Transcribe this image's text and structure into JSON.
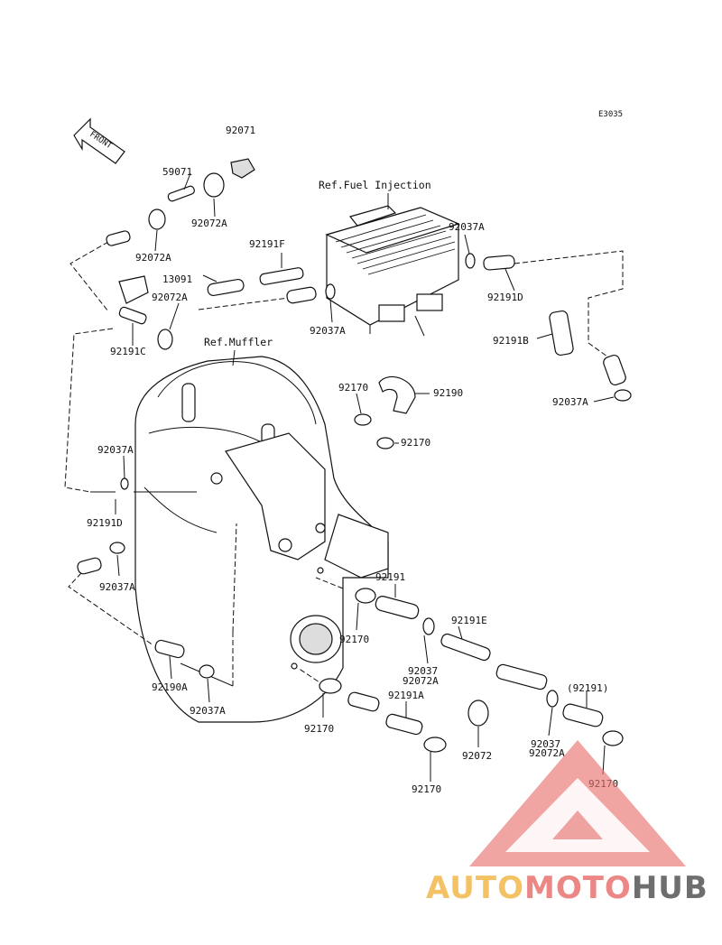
{
  "diagram": {
    "code": "E3035",
    "front_label": "FRONT",
    "refs": {
      "fuel_injection": "Ref.Fuel Injection",
      "muffler": "Ref.Muffler"
    },
    "labels": {
      "p92071": "92071",
      "p59071": "59071",
      "p92072A_a": "92072A",
      "p92072A_b": "92072A",
      "p92072A_c": "92072A",
      "p92191F": "92191F",
      "p13091": "13091",
      "p92037A_a": "92037A",
      "p92037A_b": "92037A",
      "p92191D_a": "92191D",
      "p92191B": "92191B",
      "p92037A_c": "92037A",
      "p92191C": "92191C",
      "p92170_a": "92170",
      "p92190": "92190",
      "p92170_b": "92170",
      "p92037A_d": "92037A",
      "p92191D_b": "92191D",
      "p92037A_e": "92037A",
      "p92191": "92191",
      "p92170_c": "92170",
      "p92191E": "92191E",
      "p92037": "92037",
      "p92072A_d": "92072A",
      "p92190A": "92190A",
      "p92037A_f": "92037A",
      "p92170_d": "92170",
      "p92191A": "92191A",
      "p92072": "92072",
      "p92037_b": "92037",
      "p92072A_e": "92072A",
      "p92191_paren": "(92191)",
      "p92170_e": "92170",
      "p92170_f": "92170"
    }
  },
  "watermark": {
    "part1": "AUTO",
    "part2": "MOTO",
    "part3": "HUB",
    "color1": "#f2b84b",
    "color2": "#e8736f",
    "color3": "#555555"
  }
}
